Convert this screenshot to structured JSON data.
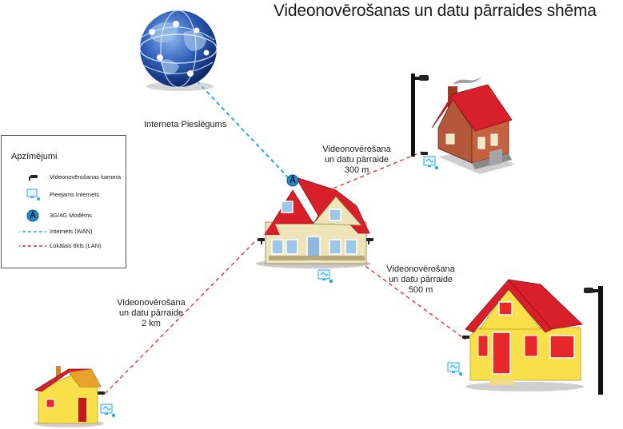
{
  "title": "Videonovērošanas un datu pārraides shēma",
  "diagram": {
    "wan_label": "Interneta Pieslēgums",
    "links": [
      {
        "line1": "Videonovērošana",
        "line2": "un datu pārraide",
        "line3": "300 m"
      },
      {
        "line1": "Videonovērošana",
        "line2": "un datu pārraide",
        "line3": "500 m"
      },
      {
        "line1": "Videonovērošana",
        "line2": "un datu pārraide",
        "line3": "2 km"
      }
    ]
  },
  "legend": {
    "title": "Apzīmējumi",
    "items": [
      {
        "label": "Videonovērošanas kamera",
        "icon": "camera-icon"
      },
      {
        "label": "Pieejams Internets",
        "icon": "monitor-icon"
      },
      {
        "label": "3G/4G Modēms",
        "icon": "modem-icon"
      },
      {
        "label": "Internets (WAN)",
        "color": "#29a9e0"
      },
      {
        "label": "Lokālais tīkls (LAN)",
        "color": "#e8272b"
      }
    ]
  },
  "colors": {
    "wan": "#29a9e0",
    "lan": "#e8272b",
    "roof": "#d8202a",
    "wall_yellow": "#f9e04a",
    "wall_beige": "#efe3b8",
    "wall_brown": "#b5573a"
  }
}
